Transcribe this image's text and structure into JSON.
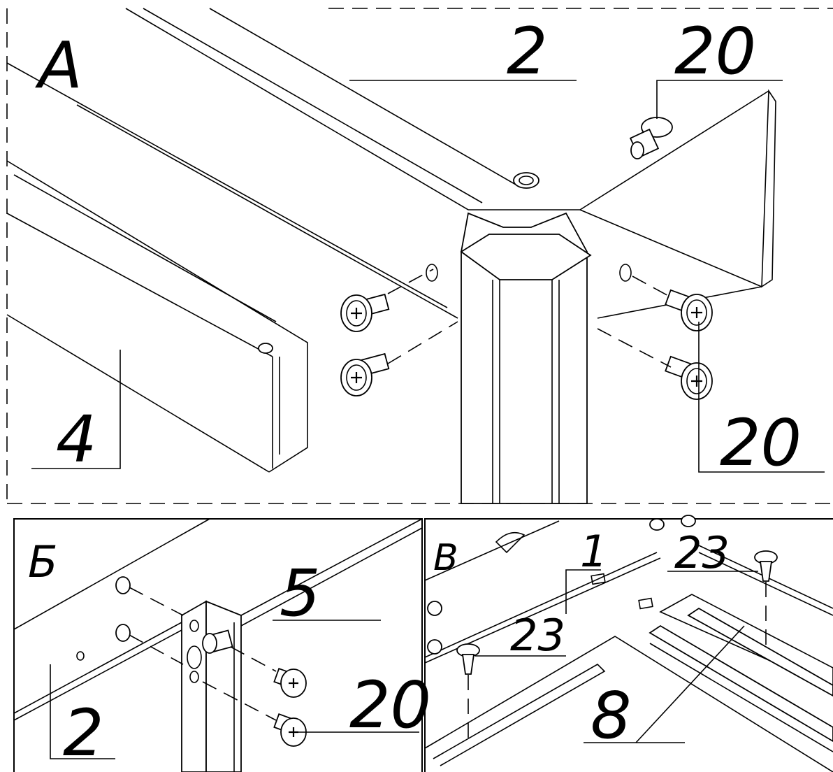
{
  "detail_A": {
    "view_letter": "А",
    "callouts": [
      "2",
      "20",
      "20",
      "4"
    ]
  },
  "detail_B": {
    "view_letter": "Б",
    "callouts": [
      "5",
      "20",
      "2"
    ]
  },
  "detail_V": {
    "view_letter": "В",
    "callouts": [
      "1",
      "23",
      "23",
      "8"
    ]
  }
}
